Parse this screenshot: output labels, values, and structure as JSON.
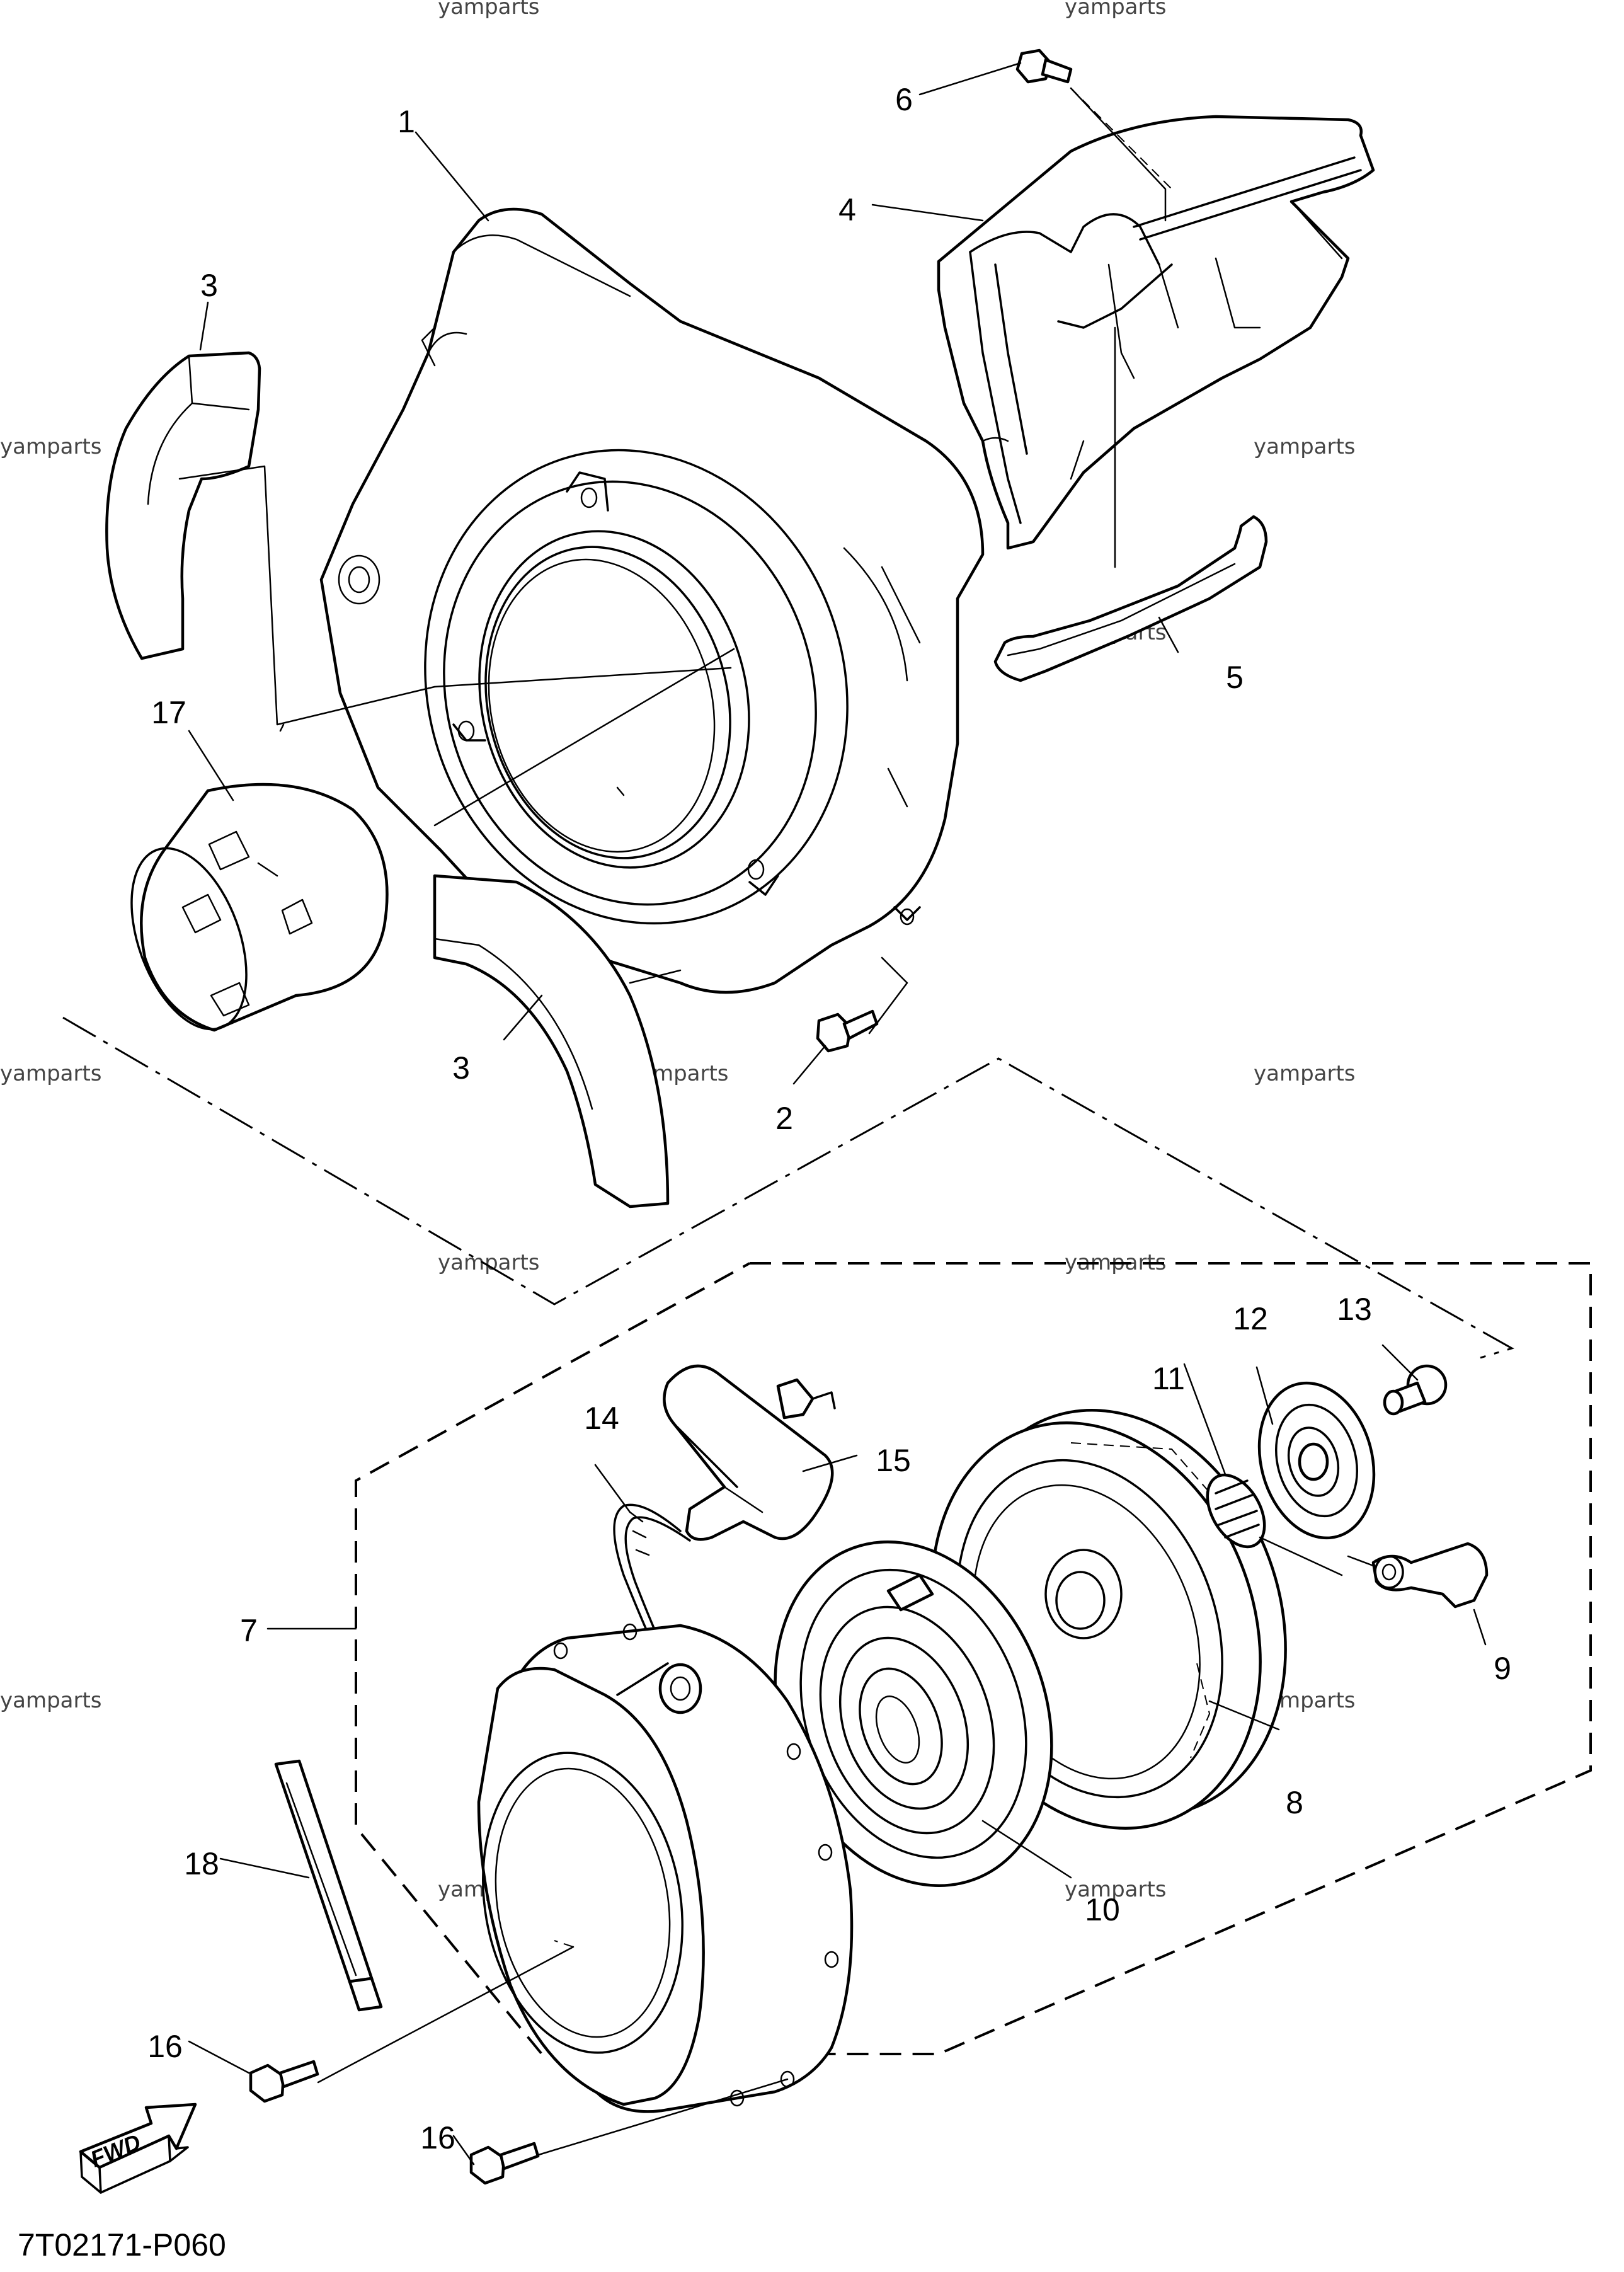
{
  "watermark": "yamparts",
  "diagram_code": "7T02171-P060",
  "fwd_label": "FWD",
  "part_numbers": {
    "p1": "1",
    "p2": "2",
    "p3a": "3",
    "p3b": "3",
    "p4": "4",
    "p5": "5",
    "p6": "6",
    "p7": "7",
    "p8": "8",
    "p9": "9",
    "p10": "10",
    "p11": "11",
    "p12": "12",
    "p13": "13",
    "p14": "14",
    "p15": "15",
    "p16a": "16",
    "p16b": "16",
    "p17": "17",
    "p18": "18"
  }
}
